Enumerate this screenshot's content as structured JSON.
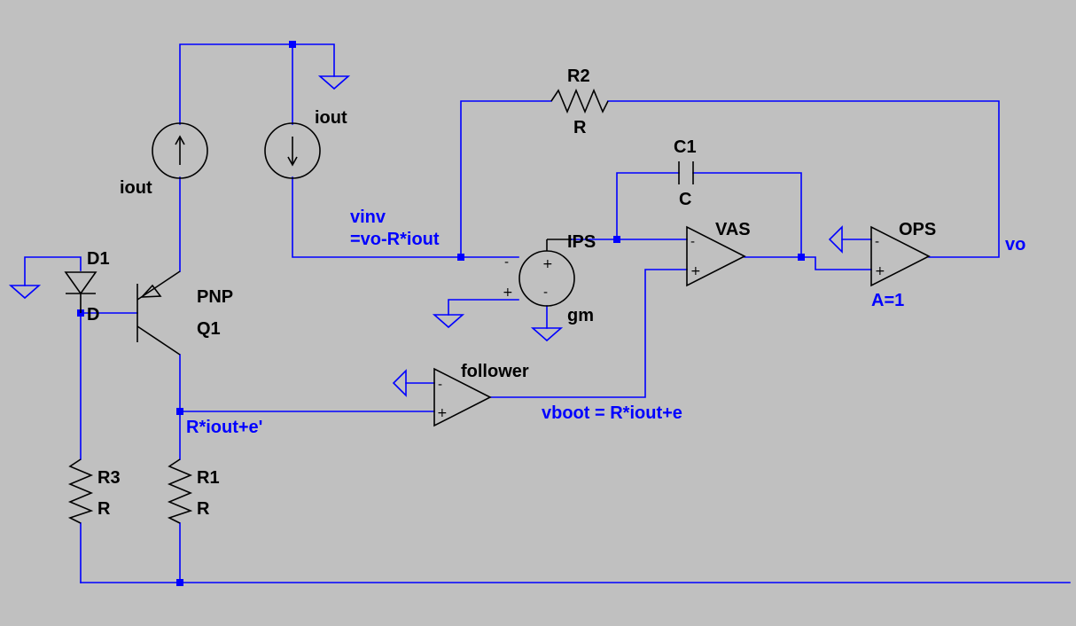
{
  "colors": {
    "background": "#c0c0c0",
    "wire": "#0000ff",
    "component": "#000000",
    "net_label": "#0000ff"
  },
  "components": {
    "iout_source_left": {
      "value": "iout"
    },
    "iout_source_right": {
      "value": "iout"
    },
    "r2": {
      "name": "R2",
      "value": "R"
    },
    "c1": {
      "name": "C1",
      "value": "C"
    },
    "ips": {
      "name": "IPS",
      "value": "gm"
    },
    "vas": {
      "name": "VAS"
    },
    "ops": {
      "name": "OPS",
      "value": "A=1"
    },
    "d1": {
      "name": "D1",
      "value": "D"
    },
    "q1": {
      "model": "PNP",
      "name": "Q1"
    },
    "follower": {
      "name": "follower"
    },
    "r3": {
      "name": "R3",
      "value": "R"
    },
    "r1": {
      "name": "R1",
      "value": "R"
    }
  },
  "nets": {
    "vinv_line1": "vinv",
    "vinv_line2": "=vo-R*iout",
    "vo": "vo",
    "vboot": "vboot = R*iout+e",
    "emitter": "R*iout+e'"
  },
  "pin_marks": {
    "plus": "+",
    "minus": "-"
  }
}
